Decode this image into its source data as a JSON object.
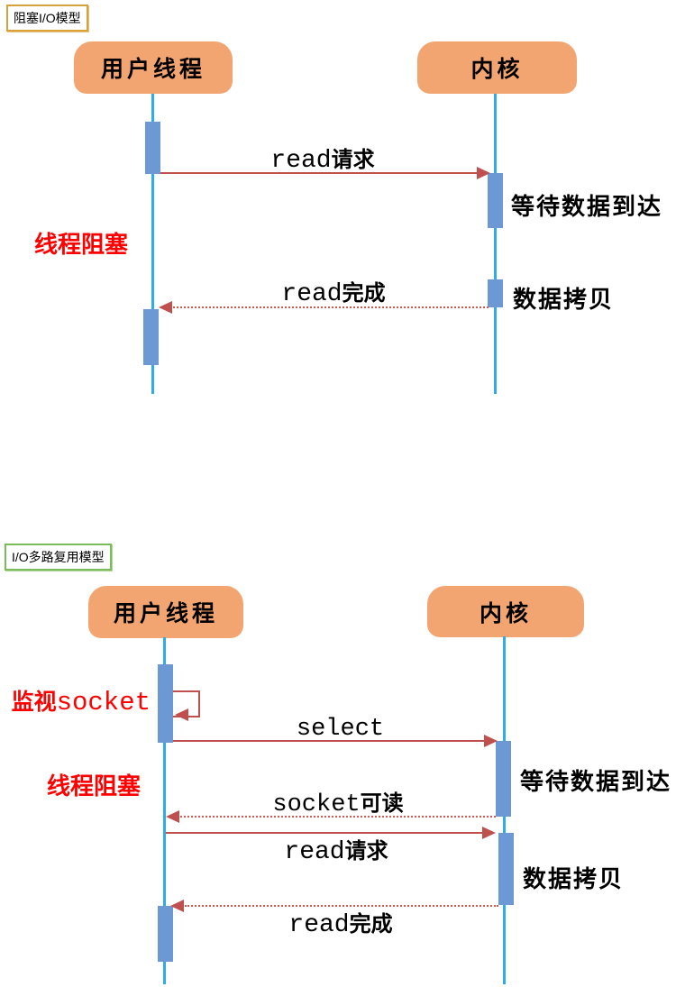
{
  "colors": {
    "actor_fill": "#F2A571",
    "lifeline": "#2FACE8",
    "activation_bar": "#6C99D3",
    "arrow": "#C0504D",
    "red_text": "#FE0000",
    "title1_border": "#D8A23B",
    "title2_border": "#7CBB5C"
  },
  "diagram1": {
    "title": "阻塞I/O模型",
    "user_actor": "用户线程",
    "kernel_actor": "内核",
    "msg_read_request_latin": "read",
    "msg_read_request_cjk": "请求",
    "msg_read_done_latin": "read",
    "msg_read_done_cjk": "完成",
    "note_wait": "等待数据到达",
    "note_copy": "数据拷贝",
    "note_blocked": "线程阻塞"
  },
  "diagram2": {
    "title": "I/O多路复用模型",
    "user_actor": "用户线程",
    "kernel_actor": "内核",
    "msg_monitor_cjk": "监视",
    "msg_monitor_latin": "socket",
    "msg_select_latin": "select",
    "msg_socket_readable_latin": "socket",
    "msg_socket_readable_cjk": "可读",
    "msg_read_request_latin": "read",
    "msg_read_request_cjk": "请求",
    "msg_read_done_latin": "read",
    "msg_read_done_cjk": "完成",
    "note_wait": "等待数据到达",
    "note_copy": "数据拷贝",
    "note_blocked": "线程阻塞"
  }
}
